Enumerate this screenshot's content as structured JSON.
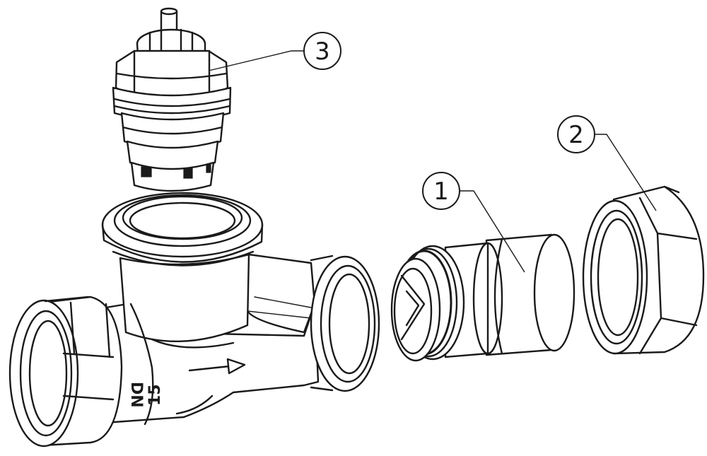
{
  "callouts": [
    {
      "id": "1",
      "label": "1"
    },
    {
      "id": "2",
      "label": "2"
    },
    {
      "id": "3",
      "label": "3"
    }
  ],
  "body_marking": {
    "nominal_size": "DN",
    "size_value": "15"
  },
  "colors": {
    "line": "#1a1a1a",
    "background": "#ffffff"
  }
}
